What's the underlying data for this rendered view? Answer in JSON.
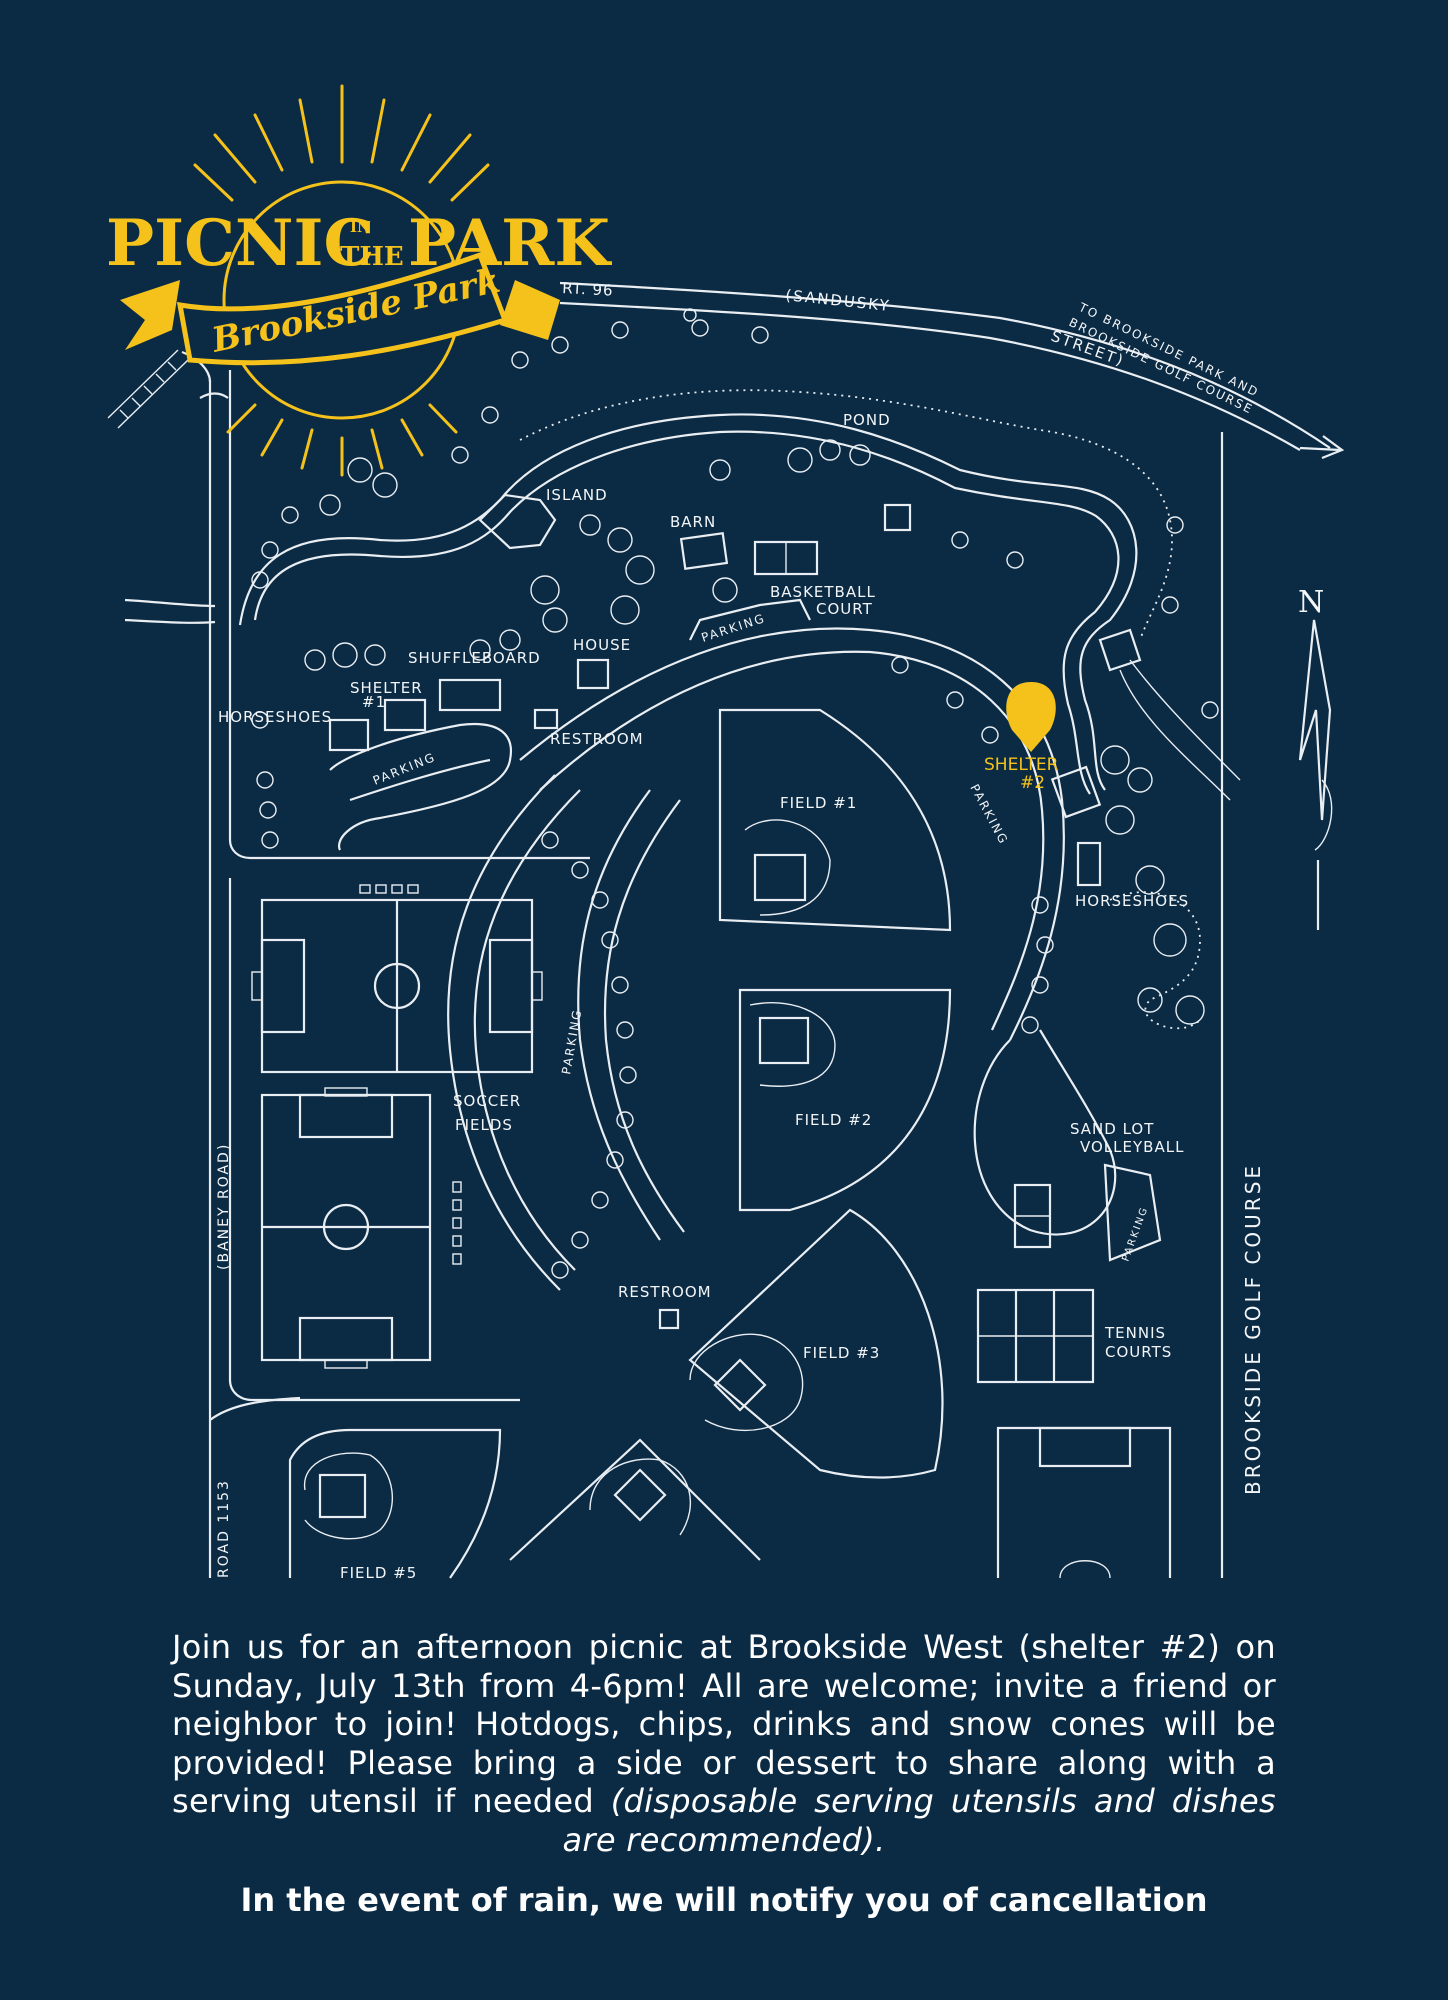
{
  "logo": {
    "title_left": "PICNIC",
    "title_in": "IN",
    "title_the": "THE",
    "title_right": "PARK",
    "banner": "Brookside Park"
  },
  "map": {
    "road_rt96": "RT. 96",
    "road_sandusky": "(SANDUSKY",
    "road_street": "STREET)",
    "to_brookside_1": "TO BROOKSIDE PARK AND",
    "to_brookside_2": "BROOKSIDE GOLF COURSE",
    "pond": "POND",
    "island": "ISLAND",
    "barn": "BARN",
    "basketball_1": "BASKETBALL",
    "basketball_2": "COURT",
    "house": "HOUSE",
    "shuffleboard": "SHUFFLEBOARD",
    "shelter1_1": "SHELTER",
    "shelter1_2": "#1",
    "horseshoes_left": "HORSESHOES",
    "restroom_top": "RESTROOM",
    "parking_top": "PARKING",
    "parking_left": "PARKING",
    "parking_curve": "PARKING",
    "parking_mid": "PARKING",
    "parking_volley": "PARKING",
    "field1": "FIELD #1",
    "field2": "FIELD #2",
    "field3": "FIELD #3",
    "field5": "FIELD #5",
    "soccer_1": "SOCCER",
    "soccer_2": "FIELDS",
    "restroom_mid": "RESTROOM",
    "horseshoes_right": "HORSESHOES",
    "sandlot_1": "SAND LOT",
    "sandlot_2": "VOLLEYBALL",
    "tennis_1": "TENNIS",
    "tennis_2": "COURTS",
    "baney_road": "(BANEY    ROAD)",
    "road_1153": "ROAD  1153",
    "golf_course": "BROOKSIDE    GOLF    COURSE",
    "north": "N",
    "marker_1": "SHELTER",
    "marker_2": "#2",
    "marker_color": "#f4c21b"
  },
  "info": {
    "body": "Join us for an afternoon picnic at Brookside West (shelter #2) on Sunday, July 13th from 4-6pm! All are welcome; invite a friend or neighbor to join! Hotdogs, chips, drinks and snow cones will be provided! Please bring a side or dessert to share along with a serving utensil if needed",
    "body_italic": "(disposable serving utensils and dishes are recommended).",
    "rain_note": "In the event of rain, we will notify you of cancellation"
  }
}
